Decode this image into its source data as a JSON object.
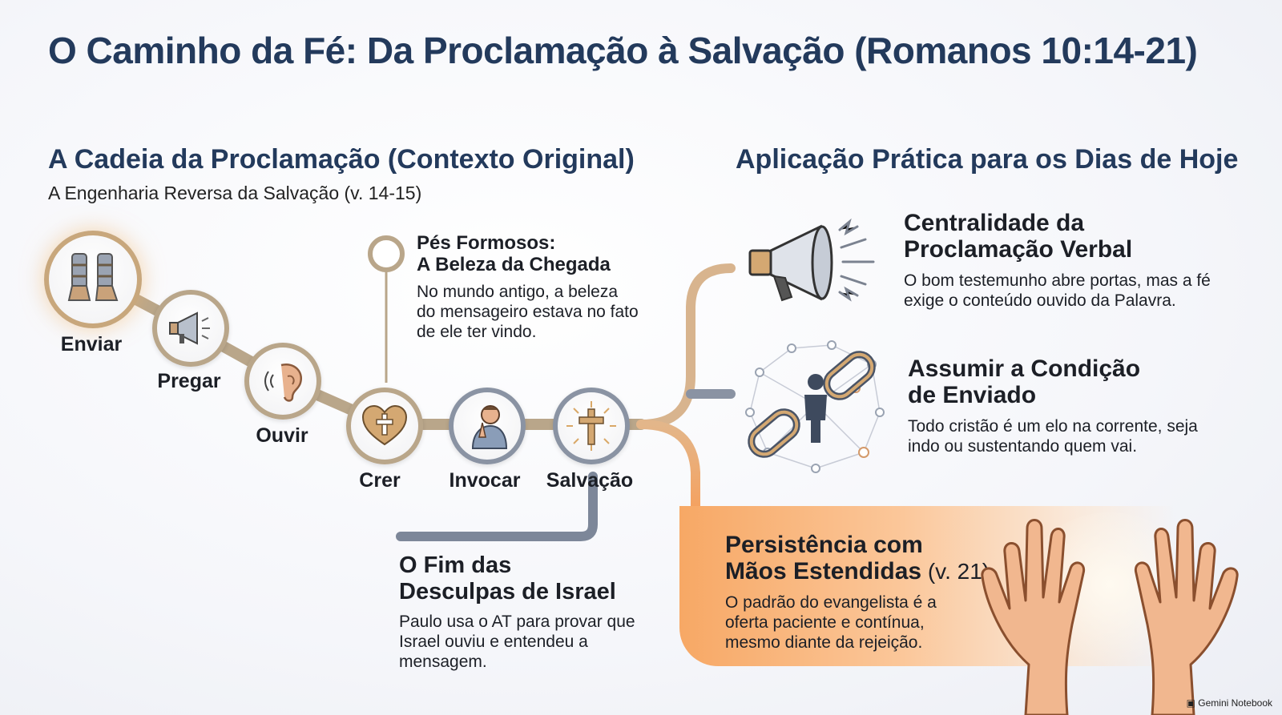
{
  "title": "O Caminho da Fé: Da Proclamação à Salvação (Romanos 10:14-21)",
  "left_section": {
    "title": "A Cadeia da Proclamação (Contexto Original)",
    "subtitle": "A Engenharia Reversa da Salvação (v. 14-15)"
  },
  "chain": {
    "steps": [
      {
        "label": "Enviar",
        "icon": "feet-icon"
      },
      {
        "label": "Pregar",
        "icon": "megaphone-icon"
      },
      {
        "label": "Ouvir",
        "icon": "ear-icon"
      },
      {
        "label": "Crer",
        "icon": "heart-cross-icon"
      },
      {
        "label": "Invocar",
        "icon": "praying-person-icon"
      },
      {
        "label": "Salvação",
        "icon": "radiant-cross-icon"
      }
    ]
  },
  "callouts": {
    "pes": {
      "title_line1": "Pés Formosos:",
      "title_line2": "A Beleza da Chegada",
      "text": "No mundo antigo, a beleza do mensageiro estava no fato de ele ter vindo."
    },
    "fim": {
      "title_line1": "O Fim das",
      "title_line2": "Desculpas de Israel",
      "text": "Paulo usa o AT para provar que Israel ouviu e entendeu a mensagem."
    }
  },
  "right_section": {
    "title": "Aplicação Prática para os Dias de Hoje",
    "items": [
      {
        "title_line1": "Centralidade da",
        "title_line2": "Proclamação Verbal",
        "text": "O bom testemunho abre portas, mas a fé exige o conteúdo ouvido da Palavra.",
        "icon": "megaphone-icon"
      },
      {
        "title_line1": "Assumir a Condição",
        "title_line2": "de Enviado",
        "text": "Todo cristão é um elo na corrente, seja indo ou sustentando quem vai.",
        "icon": "chain-network-icon"
      },
      {
        "title_line1": "Persistência com",
        "title_line2": "Mãos Estendidas",
        "title_suffix": " (v. 21)",
        "text": "O padrão do evangelista é a oferta paciente e contínua, mesmo diante da rejeição.",
        "icon": "open-hands-icon"
      }
    ]
  },
  "watermark": "Gemini Notebook",
  "colors": {
    "navy": "#233a5c",
    "gold": "#b9a68a",
    "slate": "#7d8799",
    "orange": "#f4a261"
  }
}
